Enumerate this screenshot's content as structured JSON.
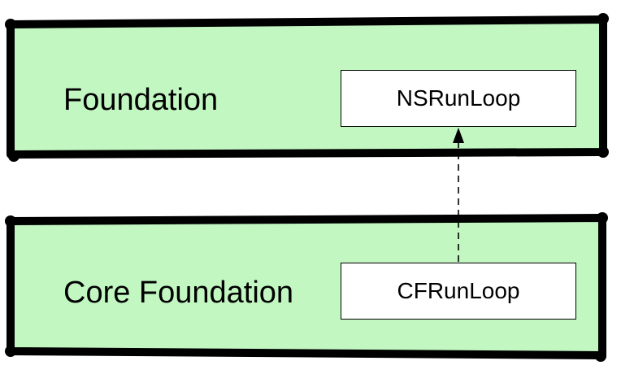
{
  "layers": [
    {
      "label": "Foundation",
      "class_box": "NSRunLoop"
    },
    {
      "label": "Core Foundation",
      "class_box": "CFRunLoop"
    }
  ],
  "colors": {
    "layer_fill": "#c2f7c2",
    "layer_border": "#000000",
    "box_fill": "#ffffff",
    "arrow": "#000000"
  },
  "arrow": {
    "from": "CFRunLoop",
    "to": "NSRunLoop",
    "style": "dashed"
  }
}
